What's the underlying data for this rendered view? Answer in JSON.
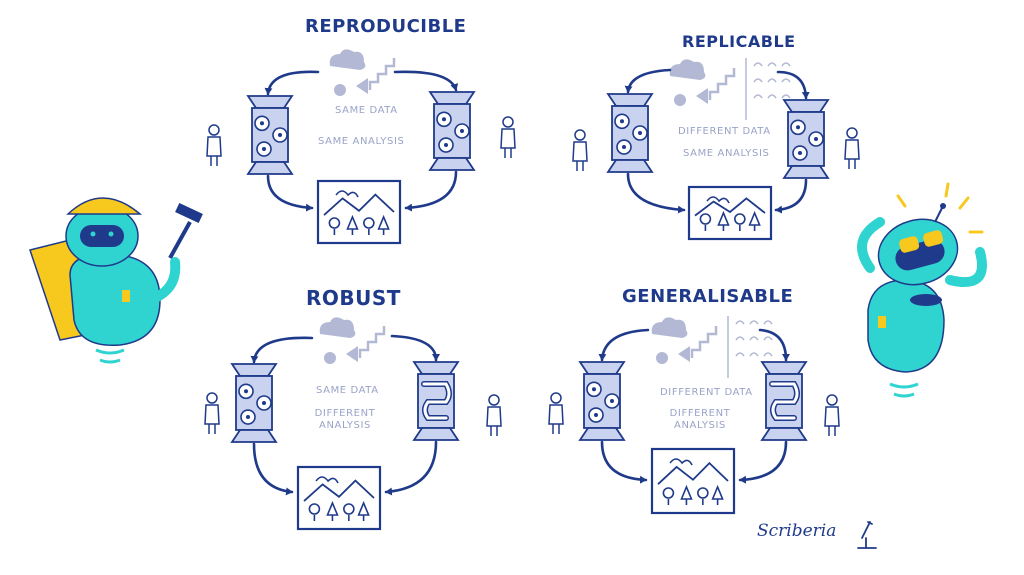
{
  "panels": [
    {
      "title": "REPRODUCIBLE",
      "data_label": "SAME DATA",
      "analysis_label": "SAME ANALYSIS"
    },
    {
      "title": "REPLICABLE",
      "data_label": "DIFFERENT DATA",
      "analysis_label": "SAME ANALYSIS"
    },
    {
      "title": "ROBUST",
      "data_label": "SAME DATA",
      "analysis_label": "DIFFERENT ANALYSIS"
    },
    {
      "title": "GENERALISABLE",
      "data_label": "DIFFERENT DATA",
      "analysis_label": "DIFFERENT ANALYSIS"
    }
  ],
  "signature": "Scriberia",
  "colors": {
    "ink": "#1f3a8a",
    "machine_fill": "#c9d2ee",
    "data_gray": "#b3b9d4",
    "robot_teal": "#2fd3d0",
    "robot_yellow": "#f7c81e"
  },
  "icons": [
    "robot-with-hammer-icon",
    "robot-with-sunglasses-icon",
    "gear-machine-icon",
    "pipe-machine-icon",
    "scientist-icon",
    "landscape-picture-icon",
    "data-cloud-icon"
  ]
}
